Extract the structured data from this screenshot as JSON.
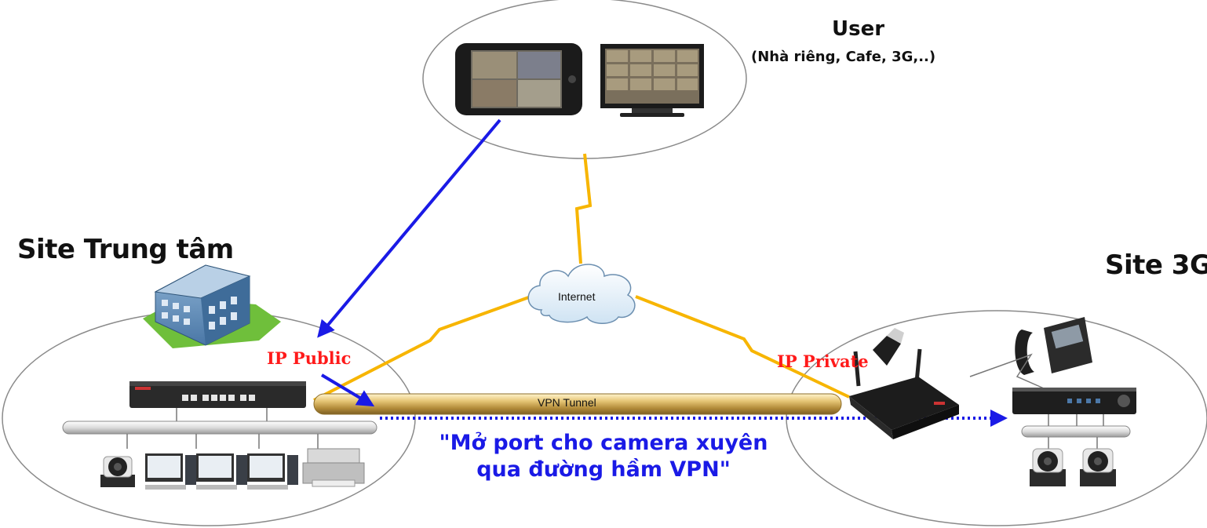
{
  "user": {
    "title": "User",
    "subtitle": "(Nhà riêng, Cafe, 3G,..)"
  },
  "sites": {
    "central": "Site Trung tâm",
    "remote": "Site 3G"
  },
  "cloud_label": "Internet",
  "tunnel_label": "VPN Tunnel",
  "ip_public": "IP Public",
  "ip_private": "IP Private",
  "caption": {
    "line1": "\"Mở port cho camera xuyên",
    "line2": "qua đường hầm VPN\""
  },
  "colors": {
    "arrow_blue": "#1a1ae6",
    "lightning": "#f7b500",
    "ip_red": "#ff1a1a",
    "tunnel_gold": "#c9a24a"
  }
}
